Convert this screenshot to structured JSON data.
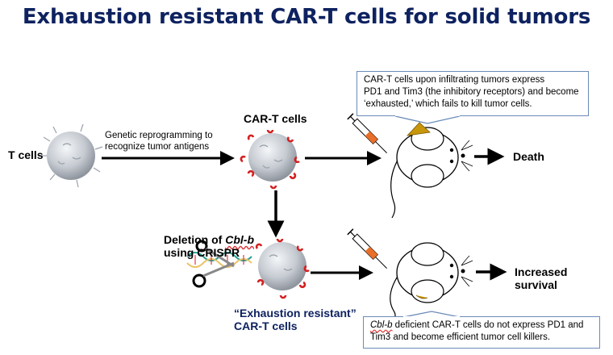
{
  "title": "Exhaustion resistant CAR-T cells for solid tumors",
  "nodes": {
    "t_cells": "T cells",
    "car_t_cells": "CAR-T cells",
    "exhaustion_resistant_line1": "“Exhaustion resistant”",
    "exhaustion_resistant_line2": "CAR-T cells"
  },
  "edges": {
    "reprogramming_line1": "Genetic reprogramming to",
    "reprogramming_line2": "recognize tumor antigens",
    "deletion_prefix": "Deletion of ",
    "deletion_gene": "Cbl-b",
    "deletion_line2": "using CRISPR"
  },
  "outcomes": {
    "death": "Death",
    "survival": "Increased survival"
  },
  "callouts": {
    "top_line1": "CAR-T cells upon infiltrating tumors express",
    "top_line2": "PD1 and Tim3 (the inhibitory receptors) and become",
    "top_line3": "‘exhausted,’ which fails to kill tumor cells.",
    "bottom_gene": "Cbl-b",
    "bottom_line1_rest": " deficient CAR-T cells do not express PD1 and",
    "bottom_line2": "Tim3 and become efficient tumor cell killers."
  },
  "colors": {
    "title": "#0e2260",
    "callout_border": "#6a8bb8",
    "receptor": "#d42020",
    "tumor": "#c8960c",
    "syringe_fill": "#e8702a"
  }
}
